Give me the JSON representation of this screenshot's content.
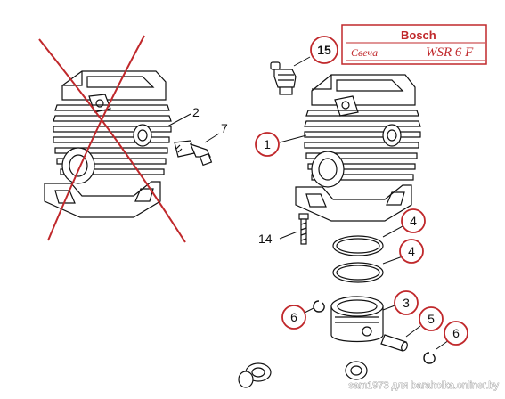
{
  "callouts": {
    "c1": "1",
    "c2": "2",
    "c3": "3",
    "c4a": "4",
    "c4b": "4",
    "c5": "5",
    "c6a": "6",
    "c6b": "6",
    "c7": "7",
    "c14": "14",
    "c15": "15"
  },
  "note": {
    "brand": "Bosch",
    "label": "Свеча",
    "model": "WSR 6 F"
  },
  "watermark": "sam1973 для baraholka.onliner.by",
  "colors": {
    "line": "#111111",
    "accent": "#c0282b",
    "cross": "#c0282b",
    "circle": "#c0282b"
  }
}
